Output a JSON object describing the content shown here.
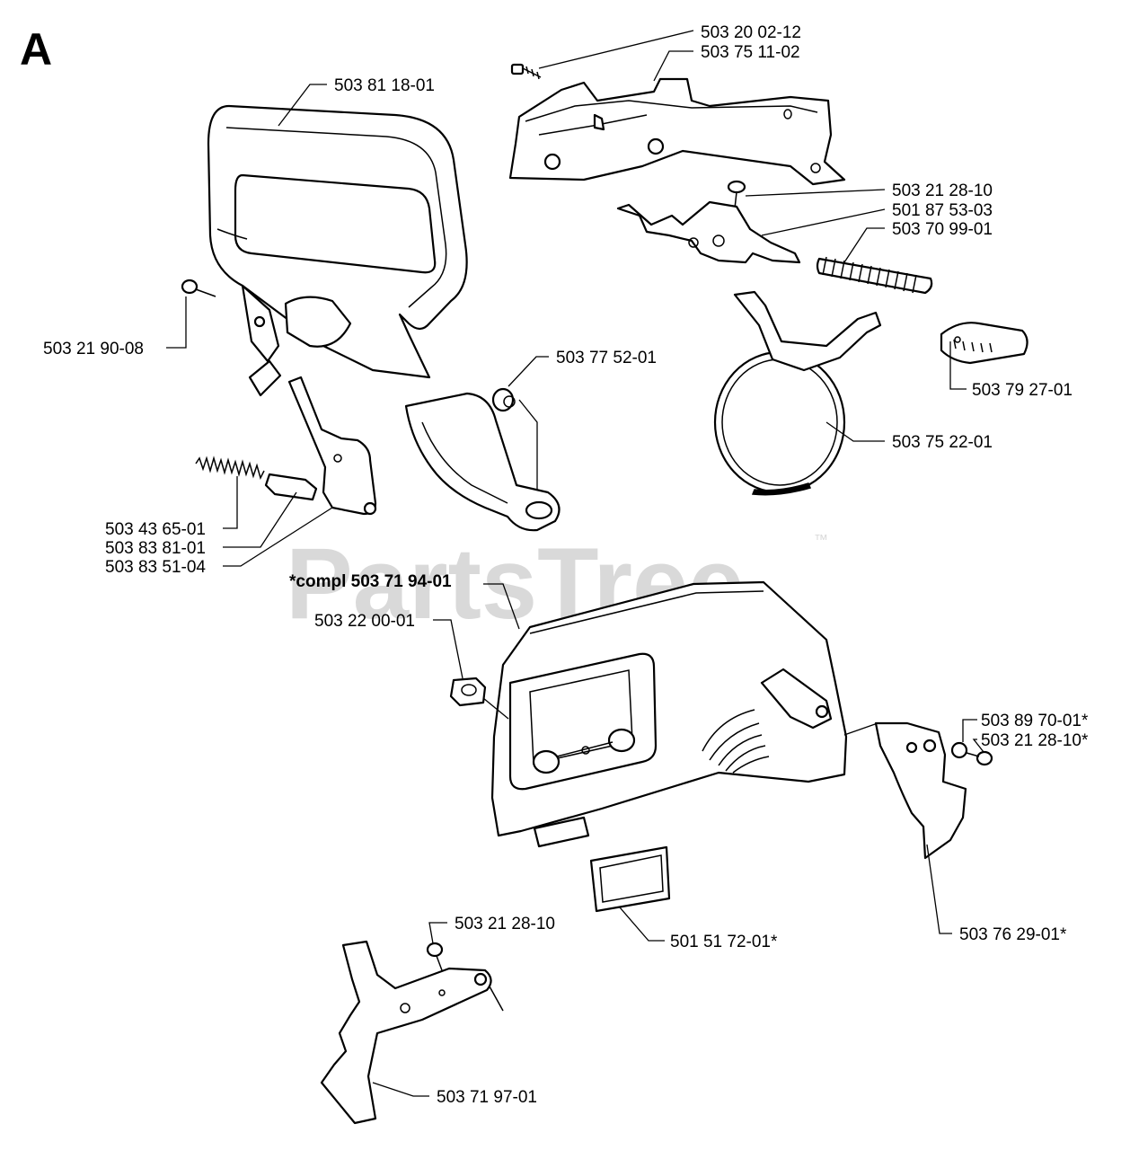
{
  "section_letter": "A",
  "watermark": "PartsTree",
  "watermark_tm": "™",
  "labels": {
    "p503_20_02_12": "503 20 02-12",
    "p503_75_11_02": "503 75 11-02",
    "p503_81_18_01": "503 81 18-01",
    "p503_21_28_10_a": "503 21 28-10",
    "p501_87_53_03": "501 87 53-03",
    "p503_70_99_01": "503 70 99-01",
    "p503_21_90_08": "503 21 90-08",
    "p503_77_52_01": "503 77 52-01",
    "p503_79_27_01": "503 79 27-01",
    "p503_75_22_01": "503 75 22-01",
    "p503_43_65_01": "503 43 65-01",
    "p503_83_81_01": "503 83 81-01",
    "p503_83_51_04": "503 83 51-04",
    "compl_503_71_94_01": "*compl 503 71 94-01",
    "p503_22_00_01": "503 22 00-01",
    "p503_89_70_01": "503 89 70-01*",
    "p503_21_28_10_star": "503 21 28-10*",
    "p503_21_28_10_b": "503 21 28-10",
    "p501_51_72_01": "501 51 72-01*",
    "p503_76_29_01": "503 76 29-01*",
    "p503_71_97_01": "503 71 97-01"
  }
}
